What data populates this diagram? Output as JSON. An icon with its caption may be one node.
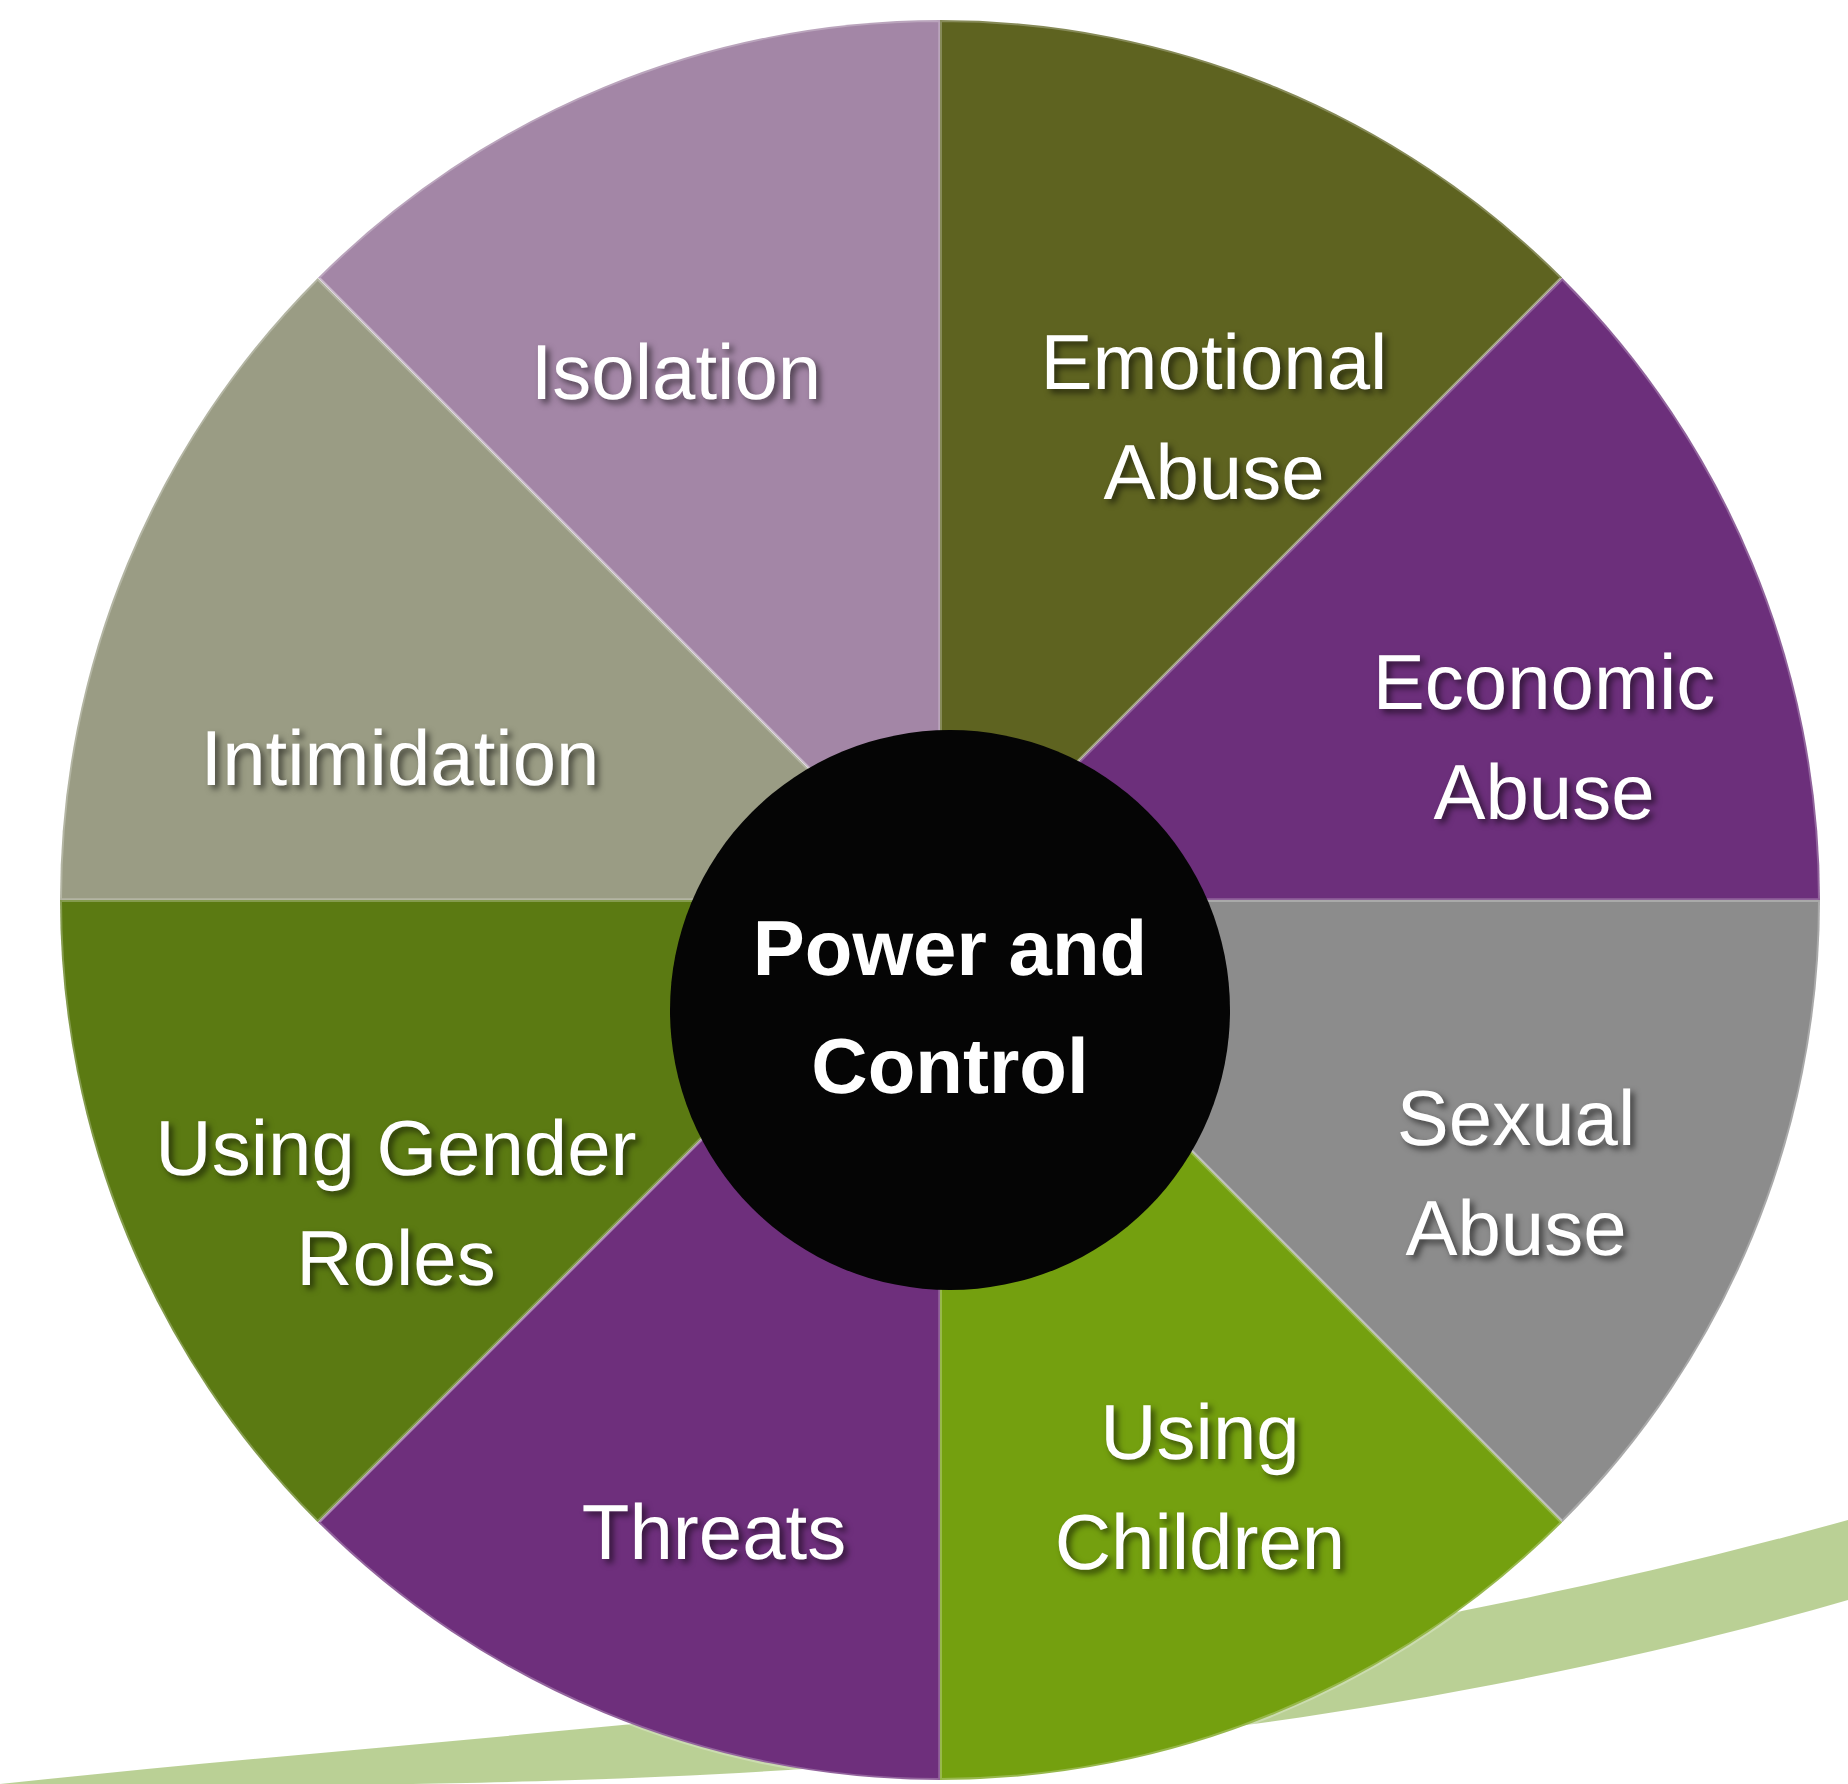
{
  "diagram": {
    "nodes": [
      {
        "text": [
          "Isolation"
        ]
      },
      {
        "text": [
          "Emotional Abuse"
        ]
      },
      {
        "text": [
          "Economic Abuse"
        ]
      },
      {
        "text": [
          "Sexual Abuse"
        ]
      },
      {
        "text": [
          "Using Children"
        ]
      },
      {
        "text": [
          "Threats"
        ]
      },
      {
        "text": [
          "Using Gender Roles"
        ]
      },
      {
        "text": [
          "Intimidation"
        ]
      },
      {
        "text": [
          "Power and Control"
        ]
      }
    ]
  }
}
